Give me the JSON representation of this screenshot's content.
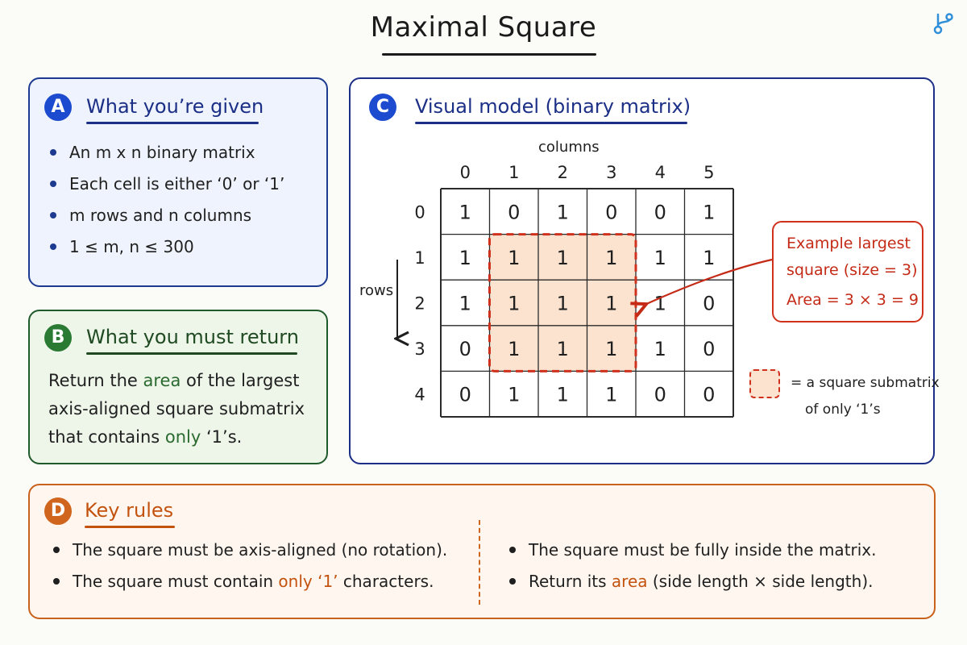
{
  "title": "Maximal Square",
  "logo_icon": "branch-icon",
  "panel_a": {
    "badge": "A",
    "heading": "What you’re given",
    "bullets": [
      "An m x n binary matrix",
      "Each cell is either ‘0’ or ‘1’",
      "m rows and n columns",
      "1 ≤ m, n ≤ 300"
    ]
  },
  "panel_b": {
    "badge": "B",
    "heading": "What you must return",
    "text_1": "Return the ",
    "text_area": "area",
    "text_2": " of the largest",
    "text_line2": "axis-aligned square submatrix",
    "text_3": "that contains ",
    "text_only": "only",
    "text_4": " ‘1’s."
  },
  "panel_c": {
    "badge": "C",
    "heading": "Visual model (binary matrix)",
    "columns_label": "columns",
    "rows_label": "rows",
    "col_indices": [
      "0",
      "1",
      "2",
      "3",
      "4",
      "5"
    ],
    "row_indices": [
      "0",
      "1",
      "2",
      "3",
      "4"
    ],
    "matrix": [
      [
        "1",
        "0",
        "1",
        "0",
        "0",
        "1"
      ],
      [
        "1",
        "1",
        "1",
        "1",
        "1",
        "1"
      ],
      [
        "1",
        "1",
        "1",
        "1",
        "1",
        "0"
      ],
      [
        "0",
        "1",
        "1",
        "1",
        "1",
        "0"
      ],
      [
        "0",
        "1",
        "1",
        "1",
        "0",
        "0"
      ]
    ],
    "highlight": {
      "row_start": 1,
      "col_start": 1,
      "size": 3
    },
    "example_lines": [
      "Example largest",
      "square (size = 3)",
      "Area = 3 × 3 = 9"
    ],
    "legend_line1": "= a square submatrix",
    "legend_line2": "of only ‘1’s"
  },
  "panel_d": {
    "badge": "D",
    "heading": "Key rules",
    "left_1": "The square must be axis-aligned (no rotation).",
    "left_2a": "The square must contain ",
    "left_2b": "only ‘1’",
    "left_2c": " characters.",
    "right_1": "The square must be fully inside the matrix.",
    "right_2a": "Return its ",
    "right_2b": "area",
    "right_2c": " (side length × side length)."
  },
  "colors": {
    "blue": "#1c3a8f",
    "green": "#1f5a2a",
    "orange": "#c8621c",
    "red": "#d0311c",
    "highlight_fill": "#fbe3cf"
  }
}
